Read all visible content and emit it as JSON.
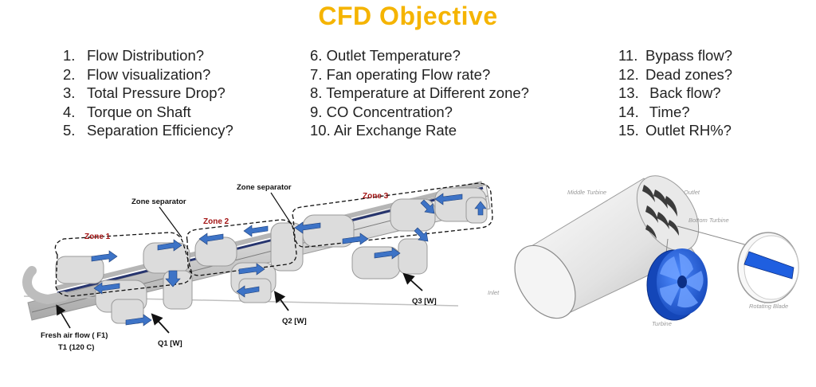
{
  "title": "CFD Objective",
  "objectives": {
    "col1": [
      {
        "num": "1.",
        "text": "Flow Distribution?"
      },
      {
        "num": "2.",
        "text": "Flow visualization?"
      },
      {
        "num": "3.",
        "text": "Total Pressure Drop?"
      },
      {
        "num": "4.",
        "text": "Torque on Shaft"
      },
      {
        "num": "5.",
        "text": "Separation Efficiency?"
      }
    ],
    "col2": [
      {
        "num": "6.",
        "text": "Outlet Temperature?"
      },
      {
        "num": "7.",
        "text": "Fan operating Flow rate?"
      },
      {
        "num": "8.",
        "text": "Temperature at Different zone?"
      },
      {
        "num": "9.",
        "text": "CO Concentration?"
      },
      {
        "num": "10.",
        "text": "Air Exchange Rate"
      }
    ],
    "col3": [
      {
        "num": "11.",
        "text": "Bypass flow?"
      },
      {
        "num": "12.",
        "text": "Dead zones?"
      },
      {
        "num": "13.",
        "text": " Back flow?"
      },
      {
        "num": "14.",
        "text": " Time?"
      },
      {
        "num": "15.",
        "text": "Outlet RH%?"
      }
    ]
  },
  "left_diagram": {
    "zones": [
      "Zone 1",
      "Zone 2",
      "Zone 3"
    ],
    "zone_separators": [
      "Zone separator",
      "Zone separator"
    ],
    "fresh_air_line1": "Fresh air flow ( F1)",
    "fresh_air_line2": "T1 (120 C)",
    "q1": "Q1 [W]",
    "q2": "Q2 [W]",
    "q3": "Q3 [W]",
    "zone_label_color": "#A31515",
    "arrow_color": "#3D73C6"
  },
  "right_diagram": {
    "middle_turbine": "Middle Turbine",
    "outlet": "Outlet",
    "bottom_turbine": "Bottom Turbine",
    "inlet": "Inlet",
    "turbine": "Turbine",
    "rotating_blade": "Rotating Blade",
    "impeller_color": "#1F5FE0"
  }
}
